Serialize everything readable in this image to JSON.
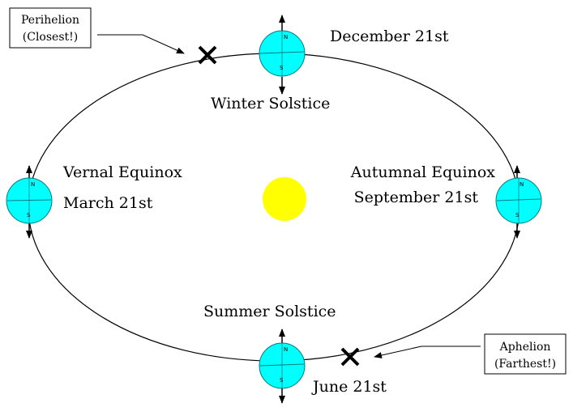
{
  "labels": {
    "perihelion_line1": "Perihelion",
    "perihelion_line2": "(Closest!)",
    "aphelion_line1": "Aphelion",
    "aphelion_line2": "(Farthest!)",
    "winter_date": "December 21st",
    "winter_name": "Winter Solstice",
    "vernal_name": "Vernal Equinox",
    "vernal_date": "March 21st",
    "autumnal_name": "Autumnal Equinox",
    "autumnal_date": "September 21st",
    "summer_name": "Summer Solstice",
    "summer_date": "June 21st"
  },
  "pole_labels": {
    "north": "N",
    "south": "S"
  },
  "colors": {
    "sun": "#ffff00",
    "earth": "#00ffff",
    "orbit": "#000000",
    "marker": "#000000"
  }
}
